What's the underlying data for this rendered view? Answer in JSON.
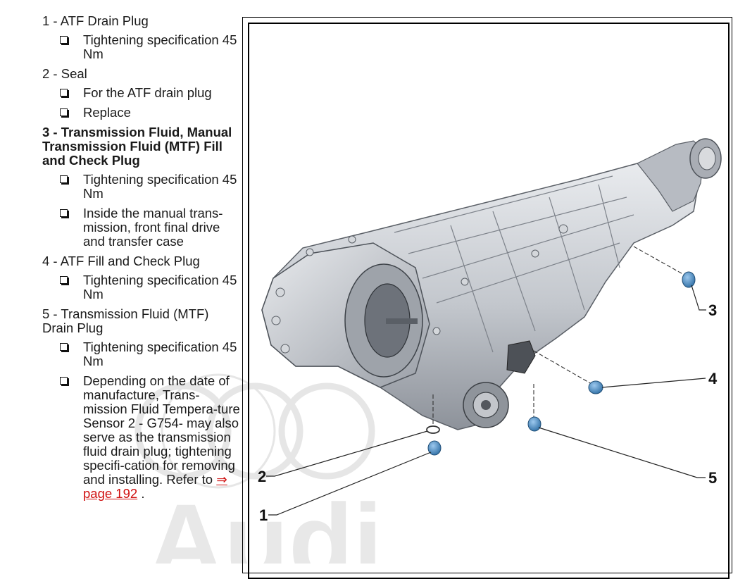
{
  "legend": {
    "items": [
      {
        "title": "1 - ATF Drain Plug",
        "subs": [
          "Tightening specification 45 Nm"
        ]
      },
      {
        "title": "2 - Seal",
        "subs": [
          "For the ATF drain plug",
          "Replace"
        ]
      },
      {
        "title": "3 - Transmission Fluid, Manual Transmission Fluid (MTF) Fill and Check Plug",
        "subs": [
          "Tightening specification 45 Nm",
          "Inside the manual trans-mission, front final drive and transfer case"
        ]
      },
      {
        "title": "4 - ATF Fill and Check Plug",
        "subs": [
          "Tightening specification 45 Nm"
        ]
      },
      {
        "title": "5 - Transmission Fluid (MTF) Drain Plug",
        "subs": [
          "Tightening specification 45 Nm"
        ]
      }
    ],
    "last_note": {
      "text": "Depending on the date of manufacture, Trans-mission Fluid Tempera-ture Sensor 2 - G754- may also serve as the transmission fluid drain plug; tightening specifi-cation for removing and installing. Refer to",
      "link": "⇒ page 192",
      "suffix": "."
    }
  },
  "figure": {
    "callouts": {
      "c1": "1",
      "c2": "2",
      "c3": "3",
      "c4": "4",
      "c5": "5"
    },
    "colors": {
      "housing": "#c9ccd1",
      "housing_dark": "#7b8088",
      "plug": "#4a90c8",
      "leader": "#222222"
    }
  },
  "watermark": {
    "brand": "Audi",
    "color": "#e3e3e3"
  }
}
